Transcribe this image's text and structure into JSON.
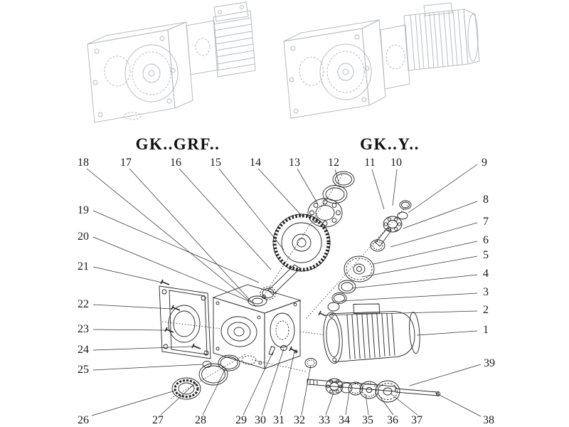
{
  "header": {
    "variant_left": "GK..GRF..",
    "variant_right": "GK..Y.."
  },
  "diagram": {
    "callouts": [
      {
        "label": "18"
      },
      {
        "label": "17"
      },
      {
        "label": "16"
      },
      {
        "label": "15"
      },
      {
        "label": "14"
      },
      {
        "label": "13"
      },
      {
        "label": "12"
      },
      {
        "label": "11"
      },
      {
        "label": "10"
      },
      {
        "label": "9"
      },
      {
        "label": "8"
      },
      {
        "label": "7"
      },
      {
        "label": "6"
      },
      {
        "label": "5"
      },
      {
        "label": "4"
      },
      {
        "label": "3"
      },
      {
        "label": "2"
      },
      {
        "label": "1"
      },
      {
        "label": "39"
      },
      {
        "label": "38"
      },
      {
        "label": "37"
      },
      {
        "label": "36"
      },
      {
        "label": "35"
      },
      {
        "label": "34"
      },
      {
        "label": "33"
      },
      {
        "label": "32"
      },
      {
        "label": "31"
      },
      {
        "label": "30"
      },
      {
        "label": "29"
      },
      {
        "label": "28"
      },
      {
        "label": "27"
      },
      {
        "label": "26"
      },
      {
        "label": "25"
      },
      {
        "label": "24"
      },
      {
        "label": "23"
      },
      {
        "label": "22"
      },
      {
        "label": "21"
      },
      {
        "label": "20"
      },
      {
        "label": "19"
      }
    ]
  },
  "colors": {
    "background": "#ffffff",
    "line": "#222222",
    "ghost_line": "#b7bbc0",
    "text": "#1a1a1a"
  }
}
